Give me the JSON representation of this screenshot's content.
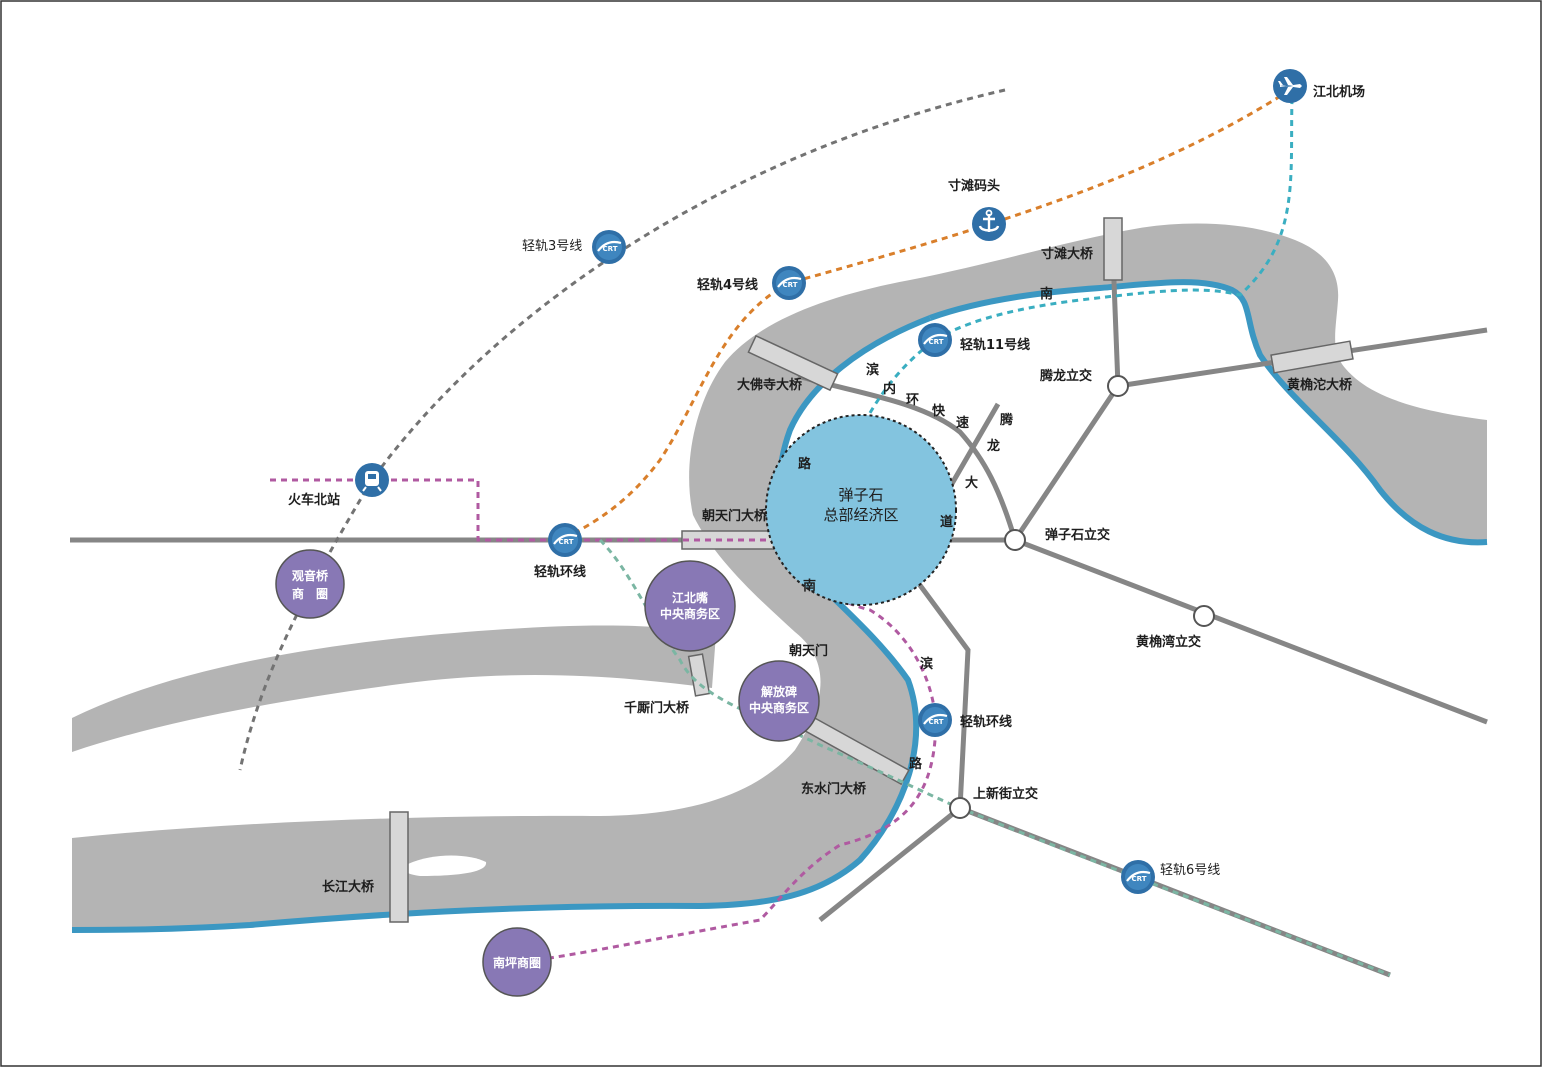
{
  "colors": {
    "river": "#b4b4b4",
    "river_edge": "#3b97c2",
    "road": "#868686",
    "hub": "#83c4df",
    "zone": "#8878b5",
    "line_orange": "#d97f2b",
    "line_cyan": "#3aaec1",
    "line_grey": "#737373",
    "line_magenta": "#b05aa1",
    "line_teal": "#7bb6a3"
  },
  "hub": {
    "line1": "弹子石",
    "line2": "总部经济区"
  },
  "zones": [
    {
      "id": "guanyinqiao",
      "line1": "观音桥",
      "line2": "商　圈"
    },
    {
      "id": "jiangbeizui",
      "line1": "江北嘴",
      "line2": "中央商务区"
    },
    {
      "id": "jiefangbei",
      "line1": "解放碑",
      "line2": "中央商务区"
    },
    {
      "id": "nanping",
      "line1": "南坪商圈",
      "line2": ""
    }
  ],
  "stations": {
    "airport": "江北机场",
    "wharf": "寸滩码头",
    "train": "火车北站",
    "lrt3": "轻轨3号线",
    "lrt4": "轻轨4号线",
    "lrt11": "轻轨11号线",
    "lrt_loop_w": "轻轨环线",
    "lrt_loop_s": "轻轨环线",
    "lrt6": "轻轨6号线"
  },
  "bridges": {
    "cuntan": "寸滩大桥",
    "huangjuetuo": "黄桷沱大桥",
    "dafosi": "大佛寺大桥",
    "chaotianmen": "朝天门大桥",
    "qiansimen": "千厮门大桥",
    "dongshuimen": "东水门大桥",
    "changjiang": "长江大桥"
  },
  "interchanges": {
    "tenglong": "腾龙立交",
    "danzishi": "弹子石立交",
    "huangjuewan": "黄桷湾立交",
    "shangxinjie": "上新街立交"
  },
  "places": {
    "chaotianmen": "朝天门"
  },
  "roads": {
    "inner_ring": [
      "内",
      "环",
      "快",
      "速"
    ],
    "tenglong_ave": [
      "腾",
      "龙",
      "大",
      "道"
    ],
    "nanbin_upper": [
      "南",
      "滨",
      "路",
      "南"
    ],
    "nanbin_lower": [
      "滨",
      "路"
    ]
  },
  "icons": {
    "airport": "airplane-icon",
    "wharf": "anchor-icon",
    "train": "train-icon",
    "lrt": "crt-icon"
  }
}
